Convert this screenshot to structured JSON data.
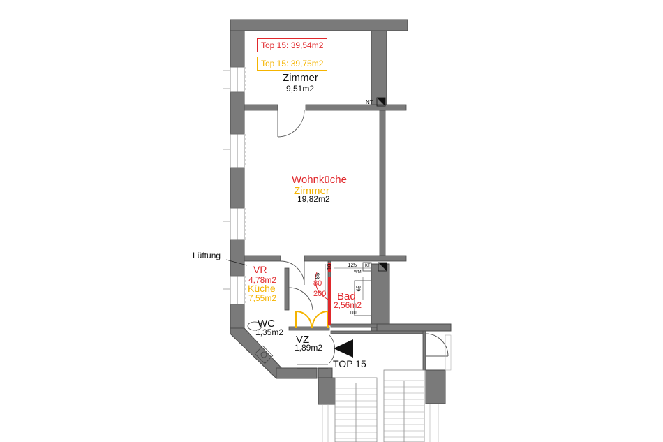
{
  "colors": {
    "wall": "#7a7a7a",
    "wall_stroke": "#4a4a4a",
    "red": "#e0282c",
    "yellow": "#f5b400",
    "black": "#111111"
  },
  "legend": {
    "red_box": "Top 15: 39,54m2",
    "yellow_box": "Top 15: 39,75m2"
  },
  "rooms": {
    "zimmer": {
      "name": "Zimmer",
      "area": "9,51m2"
    },
    "wohnkueche": {
      "name_red": "Wohnküche",
      "name_yellow": "Zimmer",
      "area": "19,82m2"
    },
    "vr": {
      "name_red": "VR",
      "area_red": "4,78m2",
      "name_yellow": "Küche",
      "area_yellow": "7,55m2"
    },
    "bad": {
      "name": "Bad",
      "area": "2,56m2"
    },
    "wc": {
      "name": "WC",
      "area": "1,35m2"
    },
    "vz": {
      "name": "VZ",
      "area": "1,89m2"
    }
  },
  "labels": {
    "lueftung": "Lüftung",
    "top": "TOP 15",
    "nt": "NT",
    "kt": "KT",
    "wm": "WM",
    "du": "DU"
  },
  "dimensions": {
    "d85": "85",
    "d10": "10",
    "d125": "125",
    "d80": "80",
    "d200": "200",
    "d65": "65"
  }
}
